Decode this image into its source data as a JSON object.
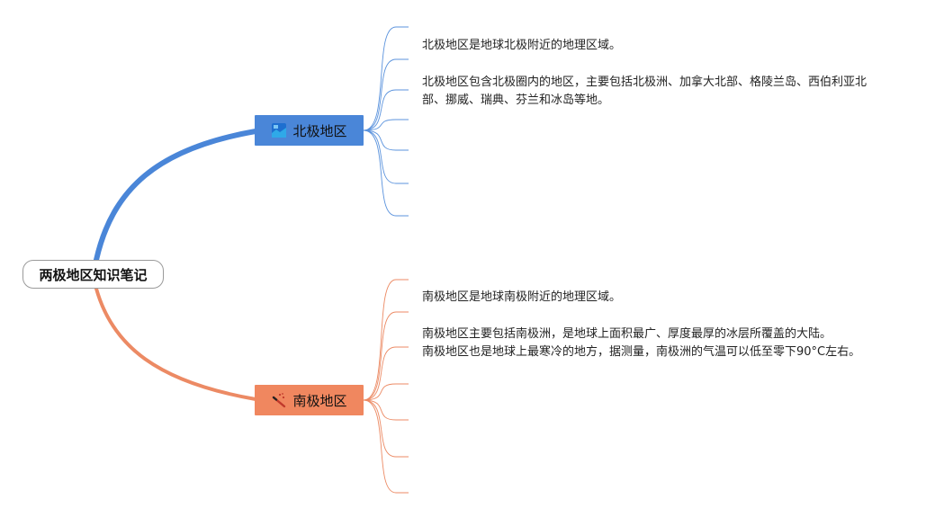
{
  "title": "两极地区知识笔记",
  "colors": {
    "north": "#4a86d8",
    "north_line": "#5b93dd",
    "south": "#f0875f",
    "south_line": "#ec8a64"
  },
  "branches": [
    {
      "label": "北极地区",
      "icon": "map-icon",
      "notes": [
        "北极地区是地球北极附近的地理区域。",
        "北极地区包含北极圈内的地区，主要包括北极洲、加拿大北部、格陵兰岛、西伯利亚北部、挪威、瑞典、芬兰和冰岛等地。"
      ]
    },
    {
      "label": "南极地区",
      "icon": "magic-wand-icon",
      "notes": [
        "南极地区是地球南极附近的地理区域。",
        "南极地区主要包括南极洲，是地球上面积最广、厚度最厚的冰层所覆盖的大陆。",
        "南极地区也是地球上最寒冷的地方，据测量，南极洲的气温可以低至零下90°C左右。"
      ]
    }
  ]
}
